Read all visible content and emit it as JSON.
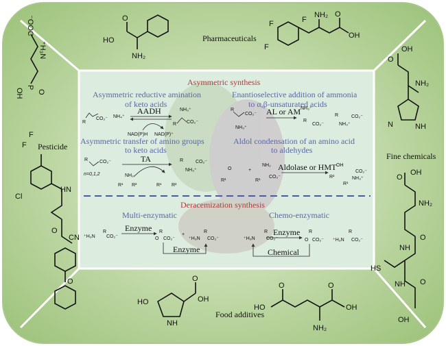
{
  "panels": {
    "top": "Pharmaceuticals",
    "bottom": "Food additives",
    "left": "Pesticide",
    "right": "Fine chemicals"
  },
  "center": {
    "asymmetric_title": "Asymmetric synthesis",
    "reductive_amination": [
      "Asymmetric reductive amination",
      "of keto acids"
    ],
    "aadh": "AADH",
    "nadph": "NAD(P)H",
    "nadp": "NAD(P)⁺",
    "enantioselective": [
      "Enantioselective addition of ammonia",
      "to α,β-unsaturated acids"
    ],
    "al_am": "AL or AM",
    "transfer": [
      "Asymmetric transfer of amino groups",
      "to keto acids"
    ],
    "ta": "TA",
    "n_values": "n=0,1,2",
    "aldol": [
      "Aldol condensation of an amino acid",
      "to aldehydes"
    ],
    "aldolase": "Aldolase or HMT",
    "deracemization_title": "Deracemization synthesis",
    "multi": "Multi-enzymatic",
    "chemo": "Chemo-enzymatic",
    "enzyme": "Enzyme",
    "chemical": "Chemical"
  },
  "atoms": {
    "oh": "OH",
    "nh2": "NH₂",
    "ho": "HO",
    "nh": "NH",
    "f": "F",
    "cl": "Cl",
    "n": "N",
    "hn": "HN",
    "o": "O",
    "cn": "CN",
    "hs": "HS",
    "co2": "CO₂⁻",
    "nh3": "NH₃⁺",
    "nh4": "NH₄⁺",
    "r": "R",
    "r1": "R¹",
    "r2": "R²",
    "h3n": "⁺H₃N",
    "ooc": "⁻OOC",
    "p": "P"
  },
  "colors": {
    "frame": "#8fb86a",
    "panel": "#b9d69b",
    "center": "#dcecdf",
    "red_heading": "#b03a3a",
    "blue_heading": "#5a66a8",
    "divider": "#4a5aa8"
  }
}
